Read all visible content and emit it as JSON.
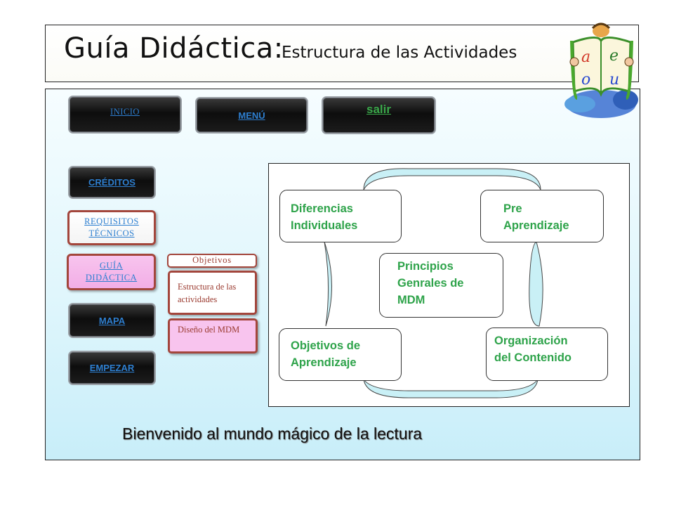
{
  "header": {
    "title": "Guía Didáctica:",
    "subtitle": "Estructura de las Actividades"
  },
  "topnav": {
    "inicio": "INICIO",
    "menu": "MENÚ",
    "salir": "salir"
  },
  "sidenav": {
    "creditos": "CRÉDITOS",
    "requisitos": "REQUISITOS TÉCNICOS",
    "guia": "GUÍA DIDÁCTICA",
    "mapa": "MAPA",
    "empezar": "EMPEZAR"
  },
  "submenu": {
    "objetivos": "Objetivos",
    "estructura": "Estructura de las actividades",
    "diseno": "Diseño del MDM"
  },
  "diagram": {
    "diferencias": "Diferencias\nIndividuales",
    "pre": "Pre\nAprendizaje",
    "principios": "Principios\nGenrales de\nMDM",
    "objetivos": "Objetivos de\nAprendizaje",
    "organizacion": "Organización\ndel Contenido"
  },
  "logo_letters": [
    "a",
    "e",
    "o",
    "u"
  ],
  "footer": {
    "welcome": "Bienvenido al mundo mágico de la lectura"
  },
  "colors": {
    "link": "#2e7fd0",
    "diagram_text": "#2ea34a",
    "arrow_fill": "#c9f0f6",
    "submenu_border": "#a3463c"
  },
  "icons": {
    "logo": "book-reading-character-icon"
  }
}
